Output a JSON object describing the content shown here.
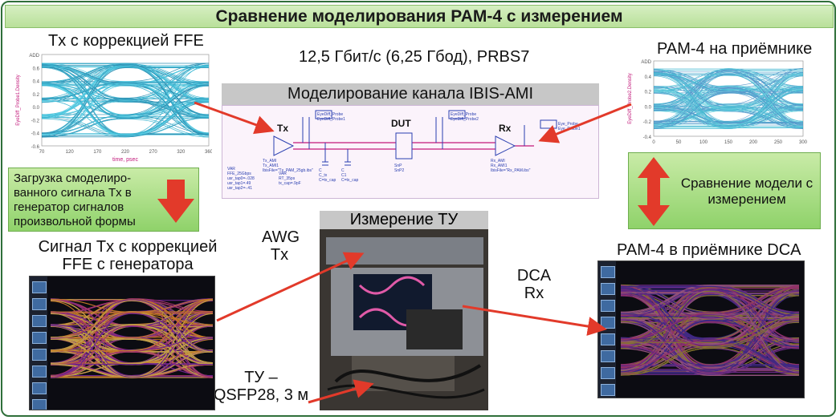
{
  "title": "Сравнение моделирования PAM-4 с измерением",
  "labels": {
    "tx_ffe": "Tx с коррекцией FFE",
    "rate": "12,5 Гбит/с (6,25 Гбод), PRBS7",
    "pam4_rx": "PAM-4 на приёмнике",
    "ibis_ami": "Моделирование канала IBIS-AMI",
    "dut": "DUT",
    "tx": "Tx",
    "rx": "Rx",
    "upload_box": "Загрузка смоделиро-ванного сигнала Tx в генератор сигналов произвольной формы",
    "compare_box": "Сравнение модели с измерением",
    "meas_du": "Измерение ТУ",
    "awg_tx": "AWG Tx",
    "dca_rx": "DCA Rx",
    "gen_tx": "Сигнал Tx с коррекцией FFE с генератора",
    "pam4_dca": "PAM-4 в приёмнике DCA",
    "du_qsfp": "ТУ – QSFP28, 3 м"
  },
  "tx_eye": {
    "ylabel": "EyeDiff_Probe1.Density",
    "xlabel": "time, psec",
    "yticks": [
      "ADD",
      "0.6",
      "0.4",
      "0.2",
      "0.0",
      "-0.2",
      "-0.4",
      "-0.6"
    ],
    "xticks": [
      "70",
      "120",
      "170",
      "220",
      "270",
      "320",
      "360"
    ]
  },
  "rx_eye": {
    "ylabel": "EyeDiff_Probe2.Density",
    "yticks": [
      "ADD",
      "0.4",
      "0.2",
      "0.0",
      "-0.2",
      "-0.4"
    ],
    "xticks": [
      "0",
      "50",
      "100",
      "150",
      "200",
      "250",
      "300"
    ]
  },
  "schematic": {
    "probe1": "EyeDiff_Probe\nEyeDiff_Probe1",
    "probe2": "EyeDiff_Probe\nEyeDiff_Probe2",
    "eye_probe": "Eye_Probe\nEye_Probe1",
    "tx_ami": "Tx_AMI\nTx_AMI1\nIbisFile=\"Tx_PAM_25gb.ibs\"",
    "rx_ami": "Rx_AMI\nRx_AMI1\nIbisFile=\"Rx_PAM.ibs\"",
    "var1": "VAR\nFFE_25Gbps\nusr_tap0=-.028\nusr_tap1=.49\nusr_tap2=-.41",
    "var2": "VAR\nRT_35ps\ntx_cap=.9pF",
    "cap1": "C\nC_tx\nC=tx_cap",
    "cap2": "C\nC1\nC=tx_cap",
    "snp": "SnP\nSnP2"
  }
}
